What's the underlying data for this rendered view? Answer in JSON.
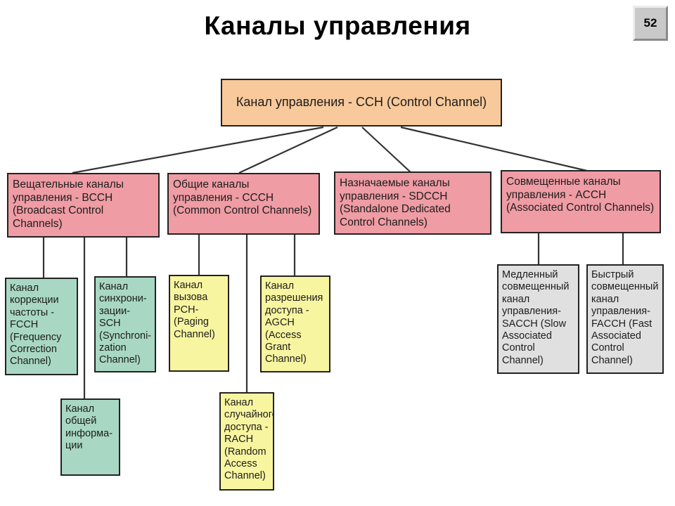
{
  "title": "Каналы управления",
  "page_number": "52",
  "colors": {
    "root": "#f8c99a",
    "level1": "#ef9ca4",
    "green": "#a8d8c3",
    "yellow": "#f8f5a0",
    "gray": "#e0e0e0"
  },
  "diagram": {
    "root": "Канал управления - CCH (Control Channel)",
    "groups": {
      "bcch": "Вещательные каналы\nуправления -  BCCH\n(Broadcast Control Channels)",
      "ccch": "Общие каналы\nуправления -  CCCH\n(Common Control Channels)",
      "sdcch": "Назначаемые каналы\nуправления -  SDCCH\n(Standalone Dedicated\nControl Channels)",
      "acch": "Совмещенные каналы\nуправления -  ACCH\n(Associated Control Channels)"
    },
    "channels": {
      "fcch": "Канал\nкоррекции\nчастоты -FCCH\n(Frequency\nCorrection\nChannel)",
      "sch": "Канал\nсинхрони-\nзации-SCH\n(Synchroni-\nzation\nChannel)",
      "bcch_info": "Канал\nобщей\nинформа-\nции",
      "pch": "Канал\nвызова\nPCH-\n(Paging\nChannel)",
      "agch": "Канал\nразрешения\nдоступа -\nAGCH\n(Access\nGrant\nChannel)",
      "rach": "Канал\nслучайного\nдоступа -\nRACH\n(Random\nAccess\nChannel)",
      "sacch": "Медленный\nсовмещенный\nканал\nуправления-\nSACCH (Slow\nAssociated\nControl Channel)",
      "facch": "Быстрый\nсовмещенный\nканал\nуправления-\nFACCH (Fast\nAssociated\nControl Channel)"
    }
  }
}
